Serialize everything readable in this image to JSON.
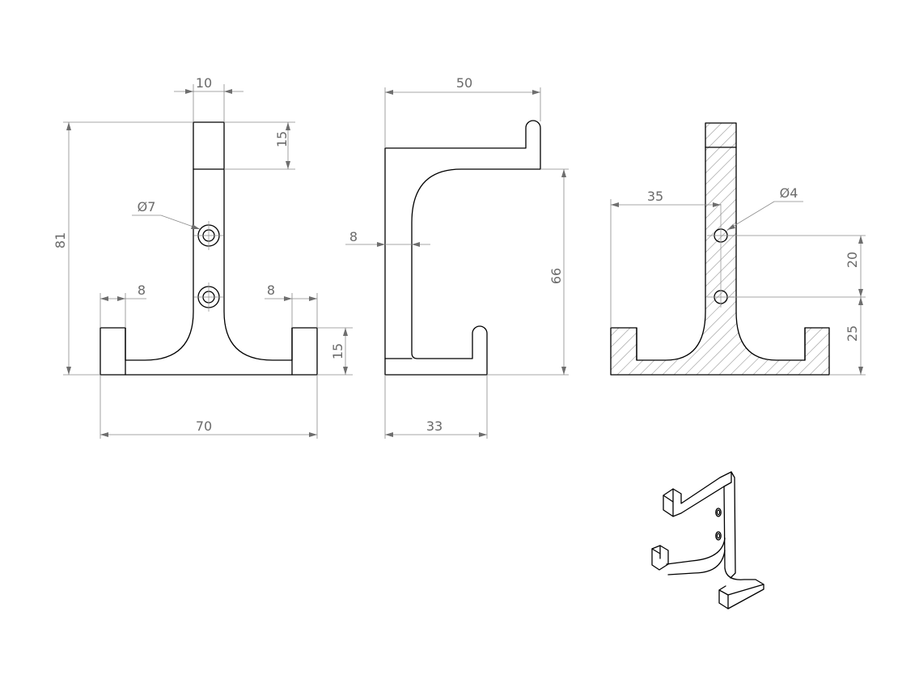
{
  "front_view": {
    "dims": {
      "top_width": "10",
      "top_height": "15",
      "overall_height": "81",
      "hole_dia": "Ø7",
      "left_lip": "8",
      "right_lip": "8",
      "base_height": "15",
      "overall_width": "70"
    }
  },
  "side_view": {
    "dims": {
      "top_width": "50",
      "thickness": "8",
      "hook_height": "66",
      "base_width": "33"
    }
  },
  "section_view": {
    "dims": {
      "hole_offset": "35",
      "hole_dia": "Ø4",
      "hole_spacing": "20",
      "hole_height": "25"
    }
  },
  "iso_view": {
    "description_icon": "isometric-hook-icon"
  }
}
